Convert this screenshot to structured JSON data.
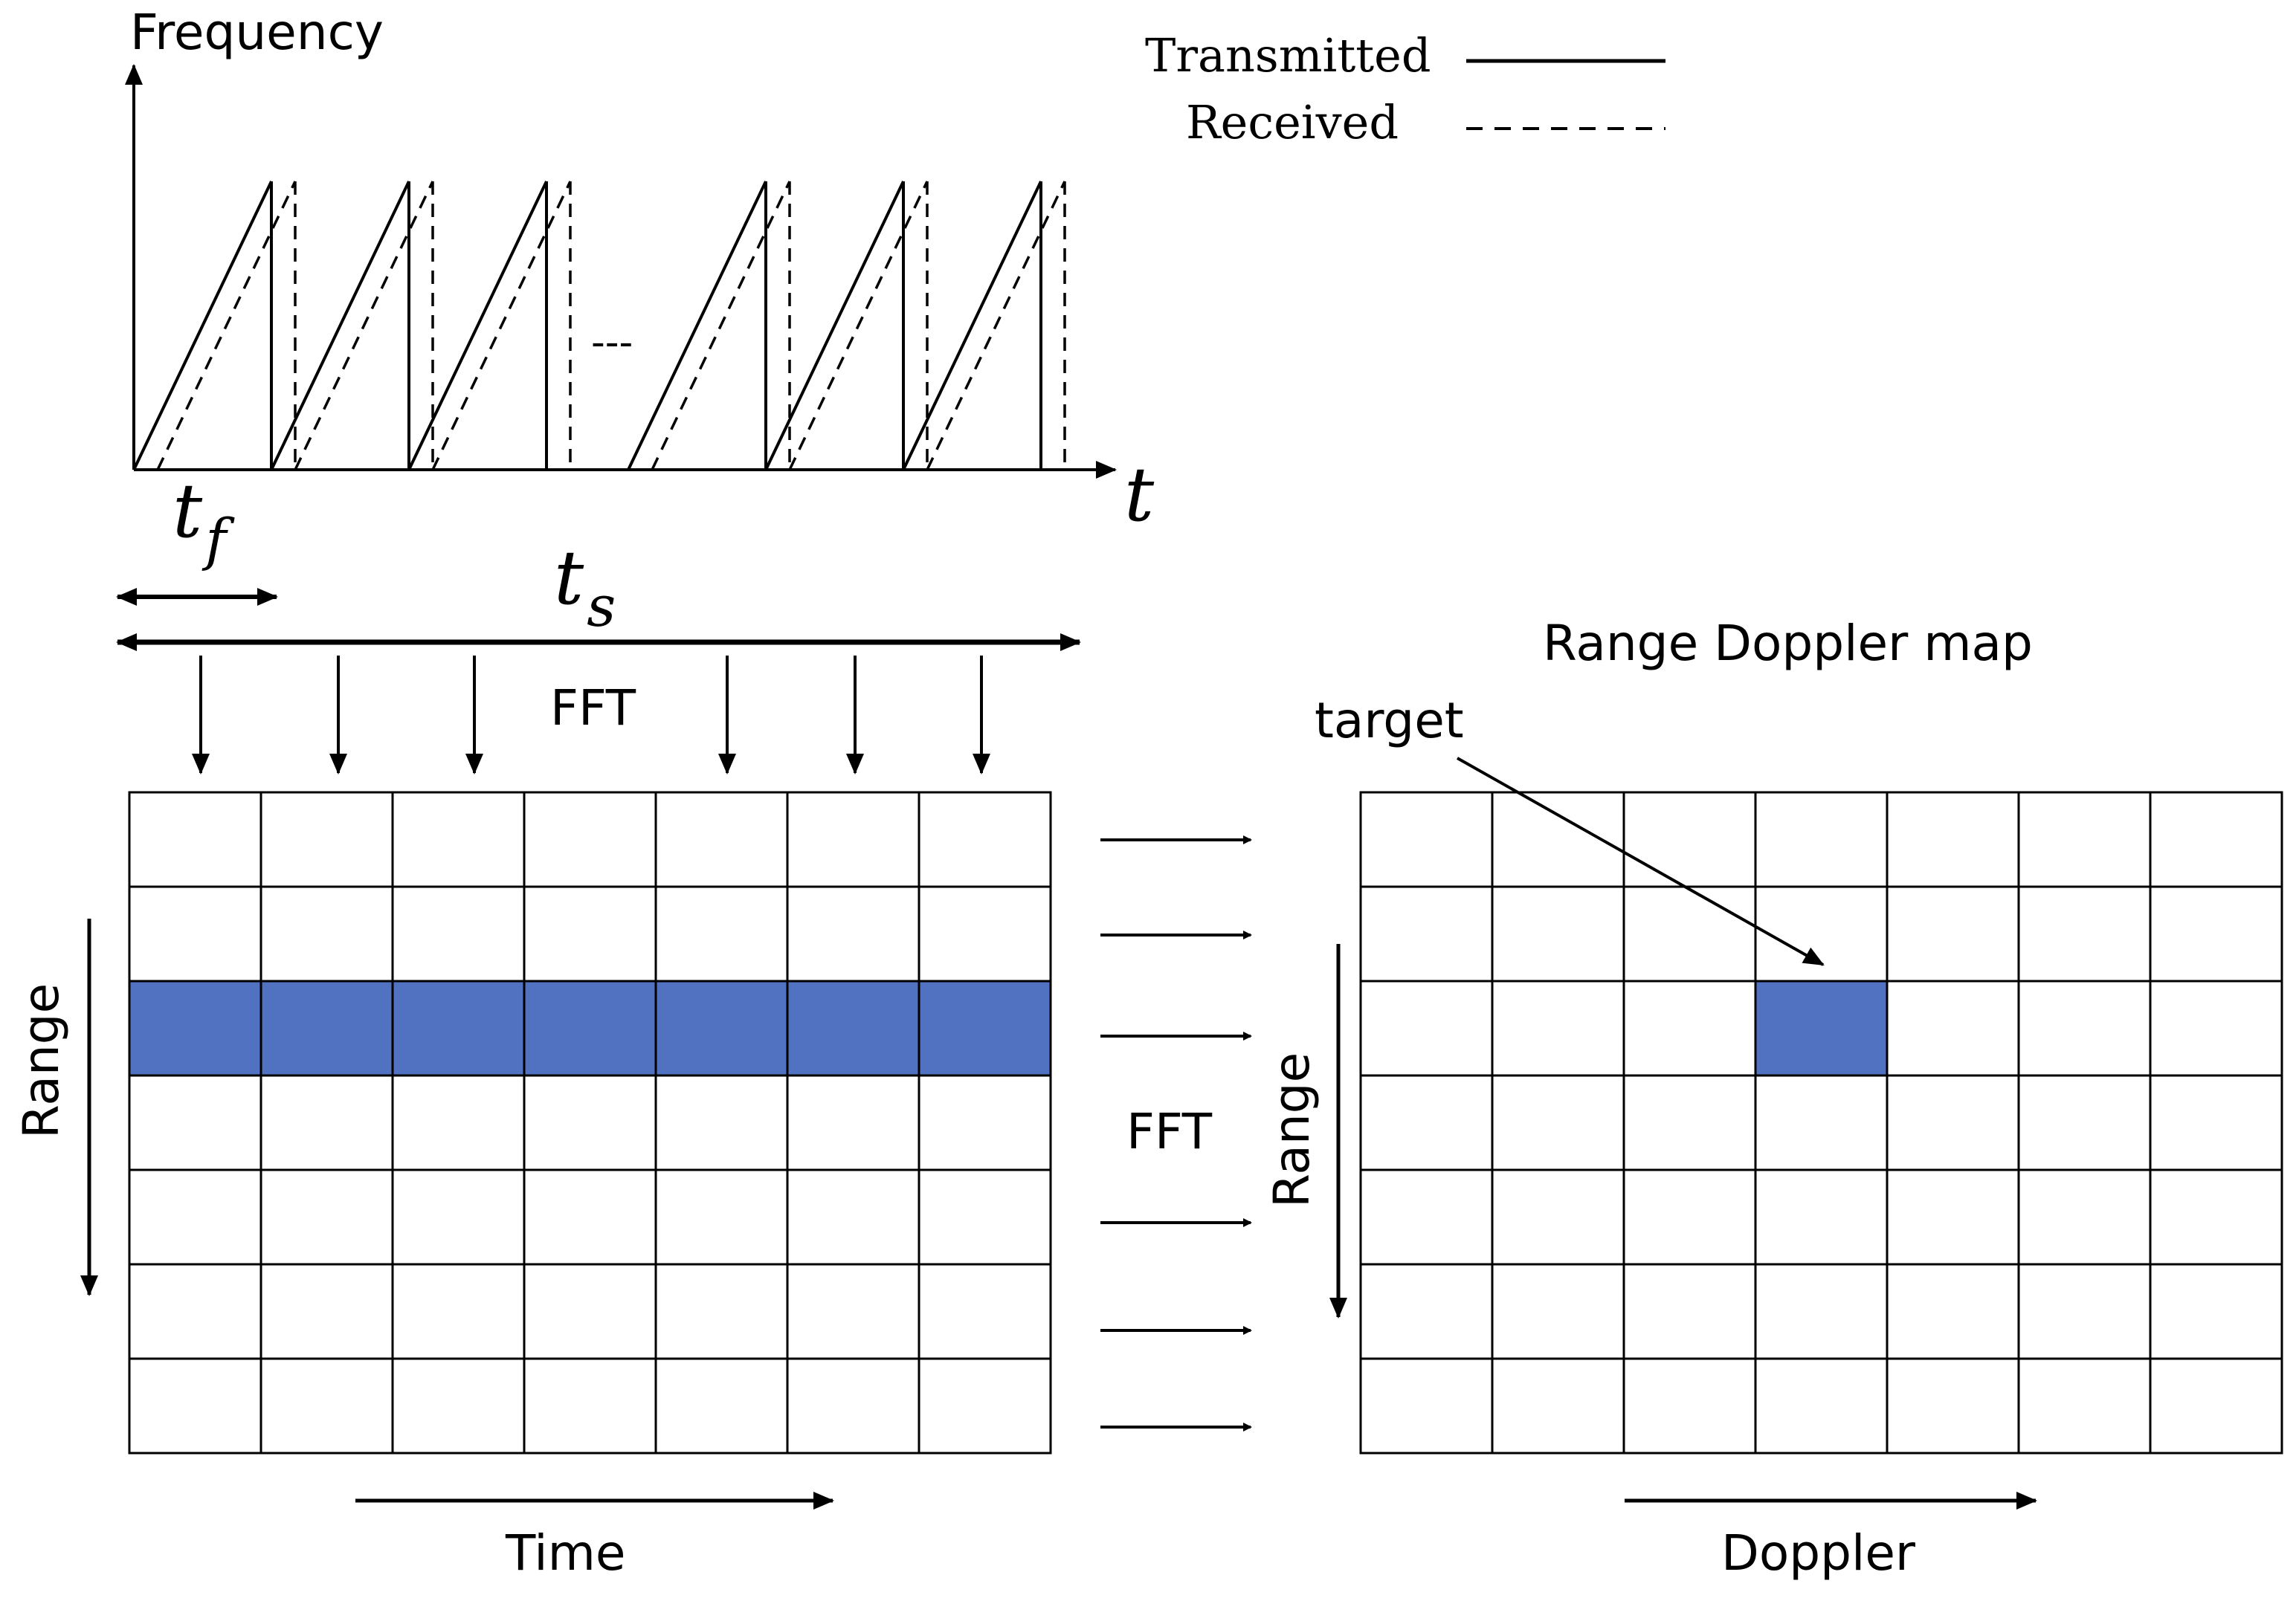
{
  "chirp_plot": {
    "y_label": "Frequency",
    "x_label": "t",
    "ellipsis": "---",
    "legend": {
      "transmitted": "Transmitted",
      "received": "Received"
    },
    "tf_label": "t",
    "tf_sub": "f",
    "ts_label": "t",
    "ts_sub": "s",
    "fft_top": "FFT"
  },
  "left_grid": {
    "rows": 7,
    "cols": 7,
    "highlighted_row": 3,
    "y_label": "Range",
    "x_label": "Time"
  },
  "middle": {
    "fft_label": "FFT"
  },
  "right_grid": {
    "title": "Range Doppler map",
    "rows": 7,
    "cols": 7,
    "highlighted_cell": {
      "row": 3,
      "col": 4
    },
    "target_label": "target",
    "y_label": "Range",
    "x_label": "Doppler"
  },
  "colors": {
    "highlight": "#5171C1",
    "line": "#000000"
  }
}
